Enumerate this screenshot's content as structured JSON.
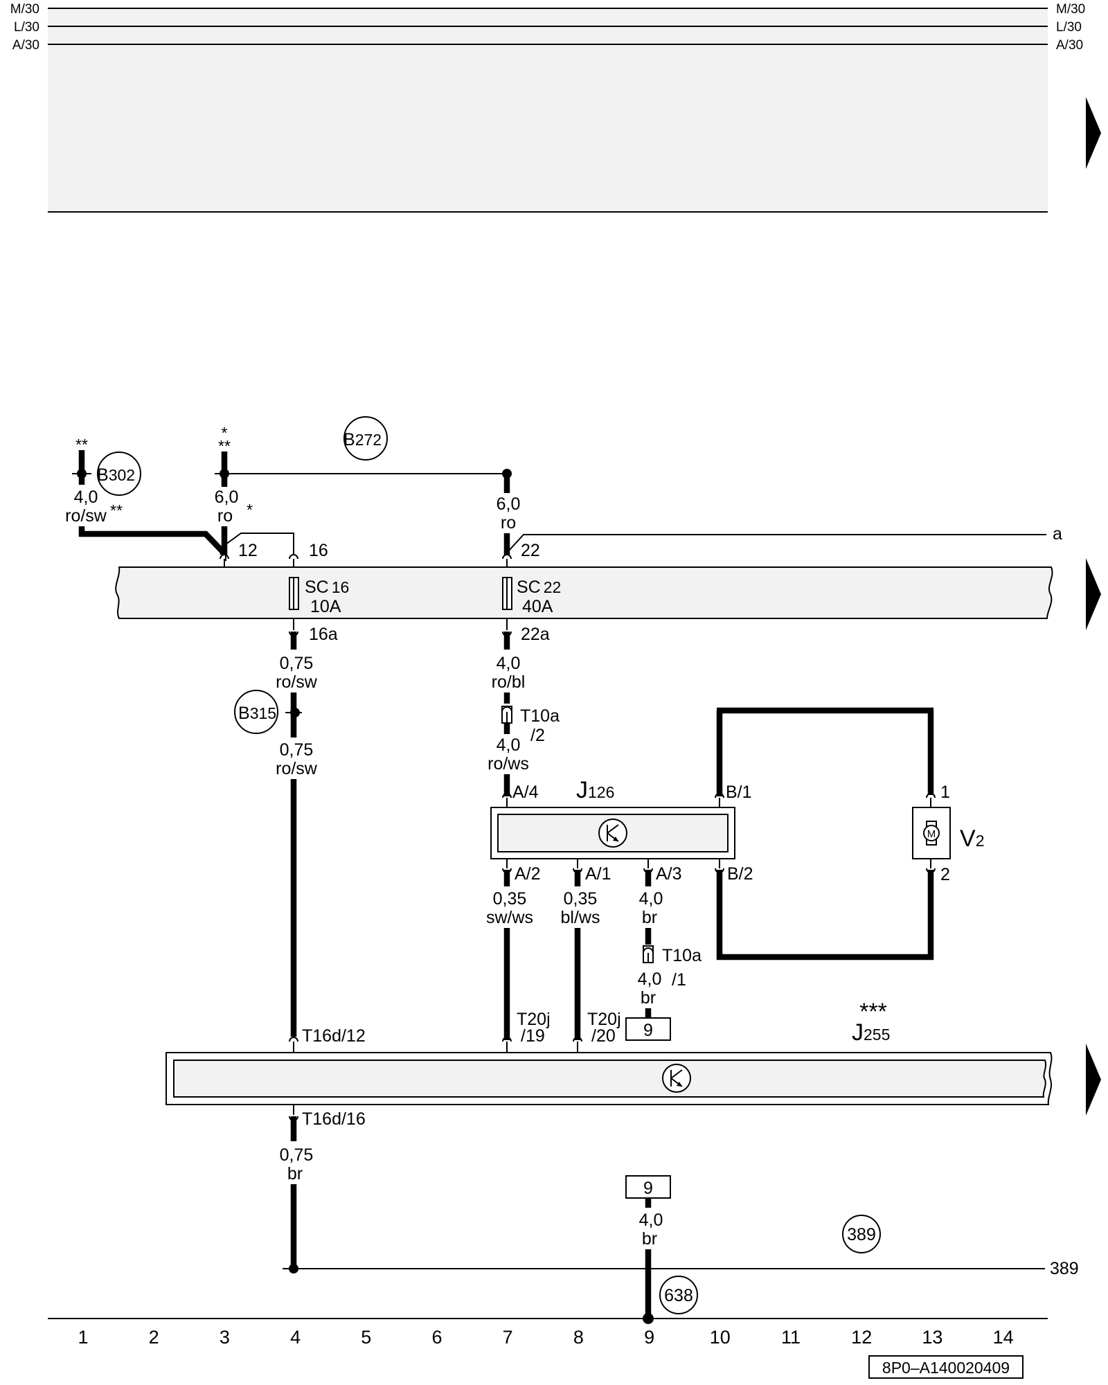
{
  "rails": {
    "left": [
      "M/30",
      "L/30",
      "A/30"
    ],
    "right": [
      "M/30",
      "L/30",
      "A/30"
    ]
  },
  "top_splices": {
    "b302": {
      "label": "B",
      "sub": "302",
      "stars_top": "**",
      "gauge": "4,0",
      "color": "ro/sw",
      "stars_wire": "**"
    },
    "b272": {
      "label": "B",
      "sub": "272",
      "stars_top1": "*",
      "stars_top2": "**",
      "gauge": "6,0",
      "color": "ro",
      "star_wire": "*"
    },
    "b272_branch": {
      "gauge": "6,0",
      "color": "ro"
    }
  },
  "fuse_box": {
    "pins_in": [
      "12",
      "16",
      "22"
    ],
    "label_a": "a",
    "sc16": {
      "name": "SC",
      "num": "16",
      "amp": "10A",
      "out_pin": "16a"
    },
    "sc22": {
      "name": "SC",
      "num": "22",
      "amp": "40A",
      "out_pin": "22a"
    }
  },
  "wires": {
    "w16a": {
      "gauge": "0,75",
      "color": "ro/sw"
    },
    "w16b": {
      "gauge": "0,75",
      "color": "ro/sw"
    },
    "w22a": {
      "gauge": "4,0",
      "color": "ro/bl"
    },
    "w22b": {
      "gauge": "4,0",
      "color": "ro/ws"
    },
    "wA2": {
      "gauge": "0,35",
      "color": "sw/ws"
    },
    "wA1": {
      "gauge": "0,35",
      "color": "bl/ws"
    },
    "wA3": {
      "gauge": "4,0",
      "color": "br"
    },
    "wA3b": {
      "gauge": "4,0",
      "color": "br"
    },
    "wGnd4": {
      "gauge": "0,75",
      "color": "br"
    },
    "wGnd9": {
      "gauge": "4,0",
      "color": "br"
    }
  },
  "b315": {
    "label": "B",
    "sub": "315"
  },
  "connector_t10a_2": {
    "name": "T10a",
    "pin": "/2"
  },
  "connector_t10a_1": {
    "name": "T10a",
    "pin": "/1"
  },
  "j126": {
    "label": "J",
    "sub": "126",
    "pins": {
      "a4": "A/4",
      "b1": "B/1",
      "a2": "A/2",
      "a1": "A/1",
      "a3": "A/3",
      "b2": "B/2"
    }
  },
  "v2": {
    "label": "V",
    "sub": "2",
    "symbol": "M",
    "pin1": "1",
    "pin2": "2"
  },
  "j255": {
    "stars": "***",
    "label": "J",
    "sub": "255",
    "pins": {
      "t16d12": "T16d/12",
      "t16d16": "T16d/16",
      "t20j19a": "T20j",
      "t20j19b": "/19",
      "t20j20a": "T20j",
      "t20j20b": "/20"
    }
  },
  "box9_top": "9",
  "box9_bottom": "9",
  "ground_389": {
    "circle": "389",
    "line_label": "389"
  },
  "ground_638": "638",
  "column_numbers": [
    "1",
    "2",
    "3",
    "4",
    "5",
    "6",
    "7",
    "8",
    "9",
    "10",
    "11",
    "12",
    "13",
    "14"
  ],
  "doc_code": "8P0–A140020409",
  "colors": {
    "line": "#000000",
    "panel": "#f2f2f2",
    "background": "#ffffff"
  }
}
